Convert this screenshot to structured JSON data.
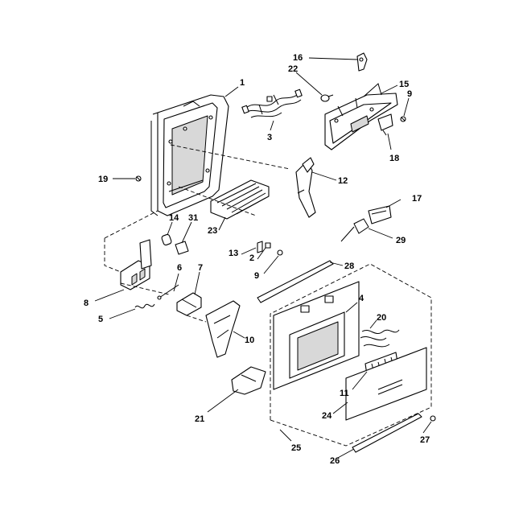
{
  "callouts": {
    "c1": "1",
    "c2": "2",
    "c3": "3",
    "c4": "4",
    "c5": "5",
    "c6": "6",
    "c7": "7",
    "c8": "8",
    "c9a": "9",
    "c9b": "9",
    "c10": "10",
    "c11": "11",
    "c12": "12",
    "c13": "13",
    "c14": "14",
    "c15": "15",
    "c16": "16",
    "c17": "17",
    "c18": "18",
    "c19": "19",
    "c20": "20",
    "c21": "21",
    "c22": "22",
    "c23": "23",
    "c24": "24",
    "c25": "25",
    "c26": "26",
    "c27": "27",
    "c28": "28",
    "c29": "29",
    "c31": "31"
  }
}
